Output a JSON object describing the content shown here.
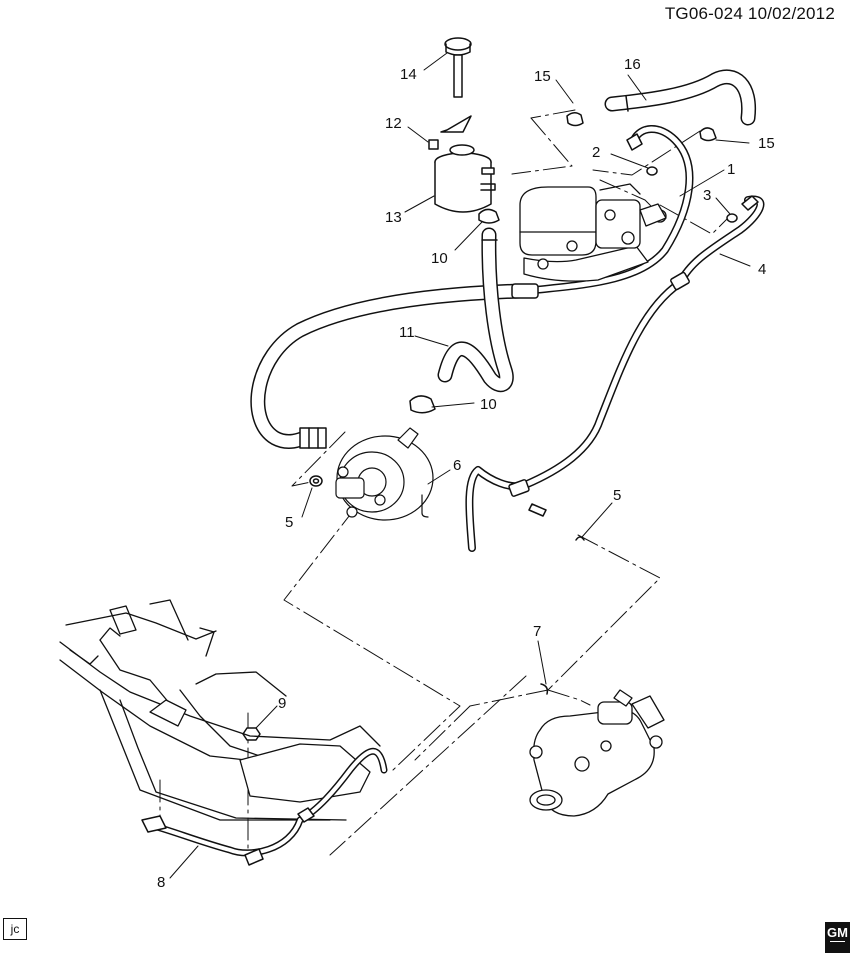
{
  "header": {
    "doc_id": "TG06-024  10/02/2012"
  },
  "callouts": [
    {
      "key": "c1",
      "label": "1"
    },
    {
      "key": "c2",
      "label": "2"
    },
    {
      "key": "c3",
      "label": "3"
    },
    {
      "key": "c4",
      "label": "4"
    },
    {
      "key": "c5a",
      "label": "5"
    },
    {
      "key": "c5b",
      "label": "5"
    },
    {
      "key": "c6",
      "label": "6"
    },
    {
      "key": "c7",
      "label": "7"
    },
    {
      "key": "c8",
      "label": "8"
    },
    {
      "key": "c9",
      "label": "9"
    },
    {
      "key": "c10a",
      "label": "10"
    },
    {
      "key": "c10b",
      "label": "10"
    },
    {
      "key": "c11",
      "label": "11"
    },
    {
      "key": "c12",
      "label": "12"
    },
    {
      "key": "c13",
      "label": "13"
    },
    {
      "key": "c14",
      "label": "14"
    },
    {
      "key": "c15a",
      "label": "15"
    },
    {
      "key": "c15b",
      "label": "15"
    },
    {
      "key": "c16",
      "label": "16"
    }
  ],
  "footer": {
    "author_initials": "jc",
    "logo_text": "GM"
  }
}
